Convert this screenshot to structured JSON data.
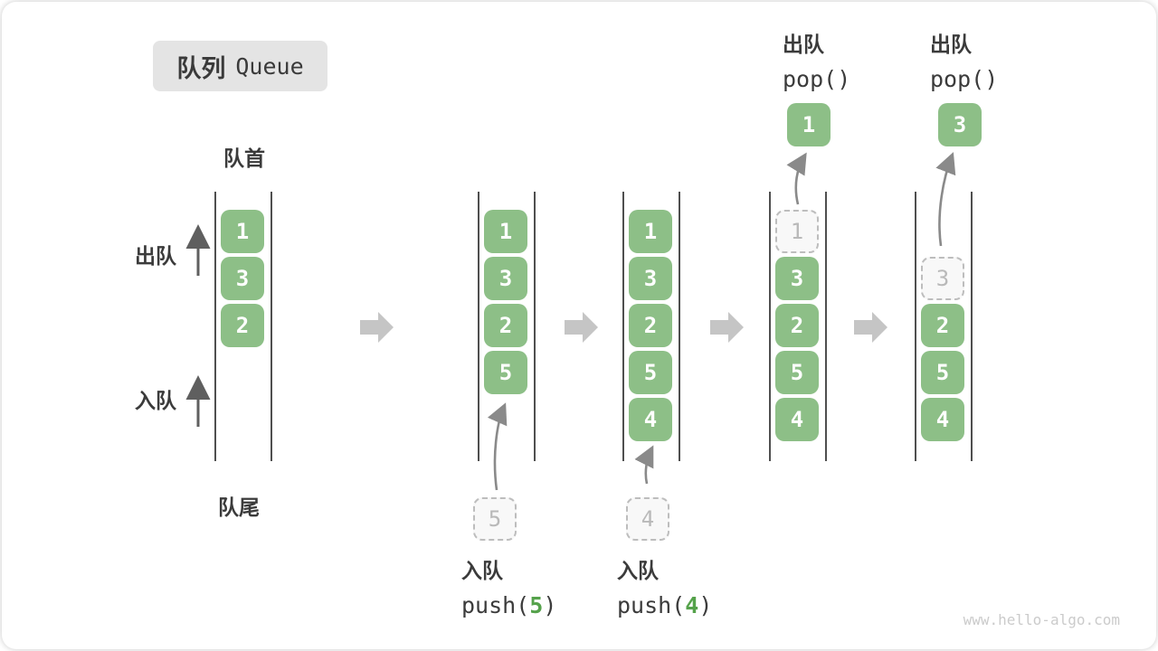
{
  "title": {
    "zh": "队列",
    "en": "Queue"
  },
  "frame_labels": {
    "front": "队首",
    "rear": "队尾",
    "dequeue_side": "出队",
    "enqueue_side": "入队"
  },
  "columns": [
    {
      "boxes": [
        {
          "v": "1"
        },
        {
          "v": "3"
        },
        {
          "v": "2"
        }
      ]
    },
    {
      "boxes": [
        {
          "v": "1"
        },
        {
          "v": "3"
        },
        {
          "v": "2"
        },
        {
          "v": "5"
        }
      ],
      "staging": "5",
      "op": {
        "label": "入队",
        "fn": "push(",
        "arg": "5",
        "close": ")"
      }
    },
    {
      "boxes": [
        {
          "v": "1"
        },
        {
          "v": "3"
        },
        {
          "v": "2"
        },
        {
          "v": "5"
        },
        {
          "v": "4"
        }
      ],
      "staging": "4",
      "op": {
        "label": "入队",
        "fn": "push(",
        "arg": "4",
        "close": ")"
      }
    },
    {
      "boxes": [
        {
          "v": "1",
          "dashed": true
        },
        {
          "v": "3"
        },
        {
          "v": "2"
        },
        {
          "v": "5"
        },
        {
          "v": "4"
        }
      ],
      "pop": {
        "label": "出队",
        "code": "pop()",
        "value": "1"
      }
    },
    {
      "boxes": [
        {
          "v": "3",
          "dashed": true
        },
        {
          "v": "2"
        },
        {
          "v": "5"
        },
        {
          "v": "4"
        }
      ],
      "pop": {
        "label": "出队",
        "code": "pop()",
        "value": "3"
      }
    }
  ],
  "watermark": "www.hello-algo.com",
  "colors": {
    "item_green": "#8dbf87",
    "code_arg_green": "#55a24b",
    "block_arrow_gray": "#c5c5c5",
    "wall_gray": "#4f4f4f",
    "dashed_gray": "#bdbdbd",
    "curve_arrow_gray": "#8a8a8a",
    "badge_bg": "#e4e4e4",
    "text_dark": "#3b3b3b"
  }
}
